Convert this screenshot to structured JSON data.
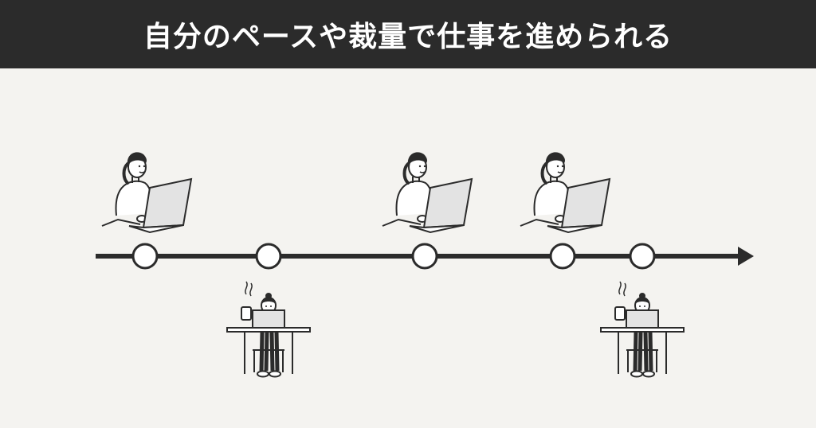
{
  "header": {
    "title": "自分のペースや裁量で仕事を進められる",
    "background": "#2b2b2b",
    "text_color": "#ffffff"
  },
  "timeline": {
    "line_color": "#2b2b2b",
    "node_fill": "#ffffff",
    "node_count": 5,
    "arrow": "right",
    "figures": [
      {
        "node": 1,
        "position": "above",
        "pose": "laptop-on-lap"
      },
      {
        "node": 2,
        "position": "below",
        "pose": "desk-with-coffee"
      },
      {
        "node": 3,
        "position": "above",
        "pose": "laptop-on-lap"
      },
      {
        "node": 4,
        "position": "above",
        "pose": "laptop-on-lap"
      },
      {
        "node": 5,
        "position": "below",
        "pose": "desk-with-coffee"
      }
    ]
  },
  "colors": {
    "background": "#f4f3f0",
    "laptop_screen": "#e3e3e3",
    "hair": "#2b2b2b"
  }
}
